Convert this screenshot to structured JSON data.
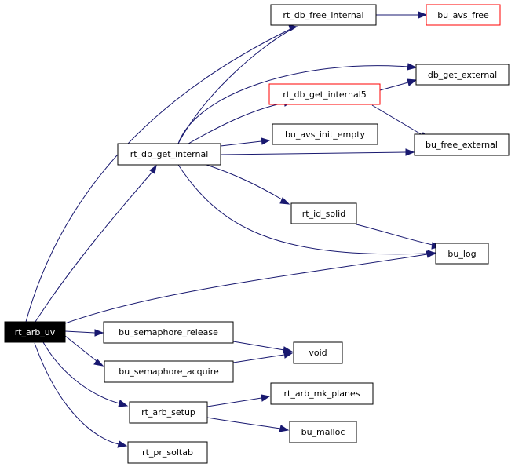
{
  "nodes": {
    "rt_arb_uv": "rt_arb_uv",
    "rt_db_free_internal": "rt_db_free_internal",
    "bu_avs_free": "bu_avs_free",
    "db_get_external": "db_get_external",
    "rt_db_get_internal5": "rt_db_get_internal5",
    "rt_db_get_internal": "rt_db_get_internal",
    "bu_avs_init_empty": "bu_avs_init_empty",
    "bu_free_external": "bu_free_external",
    "rt_id_solid": "rt_id_solid",
    "bu_log": "bu_log",
    "bu_semaphore_release": "bu_semaphore_release",
    "void": "void",
    "bu_semaphore_acquire": "bu_semaphore_acquire",
    "rt_arb_mk_planes": "rt_arb_mk_planes",
    "rt_arb_setup": "rt_arb_setup",
    "bu_malloc": "bu_malloc",
    "rt_pr_soltab": "rt_pr_soltab"
  },
  "colors": {
    "edge": "#191970",
    "root_fill": "#000000",
    "root_text": "#ffffff",
    "missing_border": "#ff0000"
  }
}
